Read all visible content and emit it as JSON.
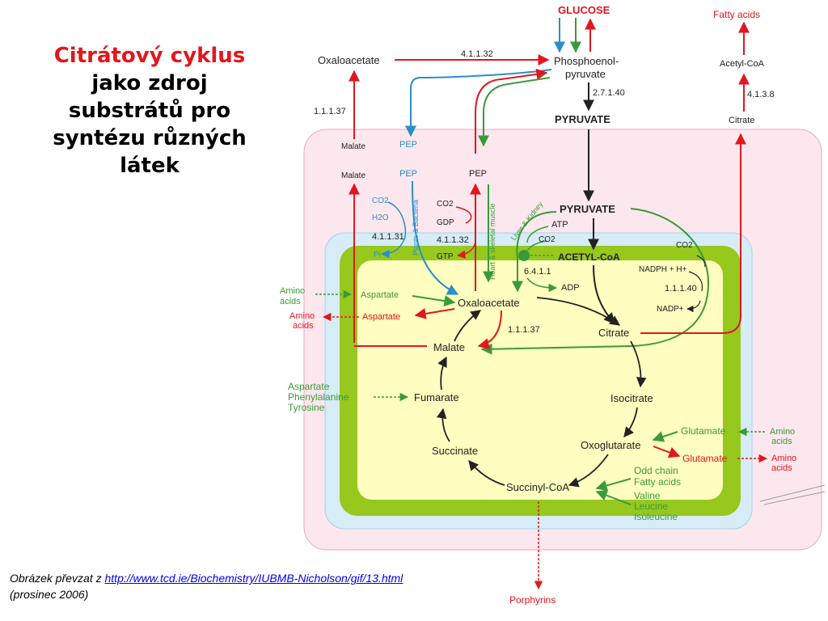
{
  "title": {
    "line1": "Citrátový cyklus",
    "line2": "jako zdroj",
    "line3": "substrátů pro",
    "line4": "syntézu různých",
    "line5": "látek"
  },
  "caption": {
    "prefix": "Obrázek převzat z",
    "link": "http://www.tcd.ie/Biochemistry/IUBMB-Nicholson/gif/13.html",
    "date": "(prosinec 2006)"
  },
  "colors": {
    "red": "#e3161d",
    "green": "#3a9a3a",
    "blue": "#2a8fc8",
    "black": "#222222",
    "cell": "#fde7ee",
    "mito_outer": "#d6ecf6",
    "mito_membrane": "#96c81e",
    "matrix": "#fffdbf"
  },
  "labels": {
    "glucose": "GLUCOSE",
    "fatty_acids": "Fatty acids",
    "acetyl_coa_top": "Acetyl-CoA",
    "ec_4138": "4.1.3.8",
    "citrate_top": "Citrate",
    "oxaloacetate_top": "Oxaloacetate",
    "ec_41132_top": "4.1.1.32",
    "pep_line1": "Phosphoenol-",
    "pep_line2": "pyruvate",
    "ec_27140": "2.7.1.40",
    "pyruvate_top": "PYRUVATE",
    "ec_11137_left": "1.1.1.37",
    "malate_cyto": "Malate",
    "malate_cyto2": "Malate",
    "pep_blue1": "PEP",
    "pep_blue2": "PEP",
    "pep_black": "PEP",
    "co2_blue": "CO2",
    "h2o_blue": "H2O",
    "ec_41131": "4.1.1.31",
    "pi_blue": "Pi",
    "plants_bacteria": "Plants & Bacteria",
    "co2_red": "CO2",
    "gdp_red": "GDP",
    "ec_41132_mid": "4.1.1.32",
    "gtp_red": "GTP",
    "heart_muscle": "Heart & skeletal muscle",
    "liver_kidney": "Liver & Kidney",
    "pyruvate_mito": "PYRUVATE",
    "atp": "ATP",
    "co2_green": "CO2",
    "acetyl_coa": "ACETYL-CoA",
    "ec_6411": "6.4.1.1",
    "adp": "ADP",
    "co2_right": "CO2",
    "nadph": "NADPH + H+",
    "ec_11140": "1.1.1.40",
    "nadp": "NADP+",
    "amino_acids_in_1": "Amino",
    "amino_acids_in_2": "acids",
    "aspartate_green": "Aspartate",
    "amino_acids_out_1": "Amino",
    "amino_acids_out_2": "acids",
    "aspartate_red": "Aspartate",
    "oxaloacetate_mito": "Oxaloacetate",
    "ec_11137_mid": "1.1.1.37",
    "malate_mito": "Malate",
    "citrate_mito": "Citrate",
    "feed_aspartate": "Aspartate",
    "feed_phenylalanine": "Phenylalanine",
    "feed_tyrosine": "Tyrosine",
    "fumarate": "Fumarate",
    "isocitrate": "Isocitrate",
    "glutamate_in": "Glutamate",
    "amino_acids_right_in_1": "Amino",
    "amino_acids_right_in_2": "acids",
    "oxoglutarate": "Oxoglutarate",
    "glutamate_out": "Glutamate",
    "amino_acids_right_out_1": "Amino",
    "amino_acids_right_out_2": "acids",
    "succinate": "Succinate",
    "odd_chain": "Odd chain",
    "fatty_acids_feed": "Fatty acids",
    "valine": "Valine",
    "leucine": "Leucine",
    "isoleucine": "Isoleucine",
    "succinyl_coa": "Succinyl-CoA",
    "porphyrins": "Porphyrins"
  }
}
